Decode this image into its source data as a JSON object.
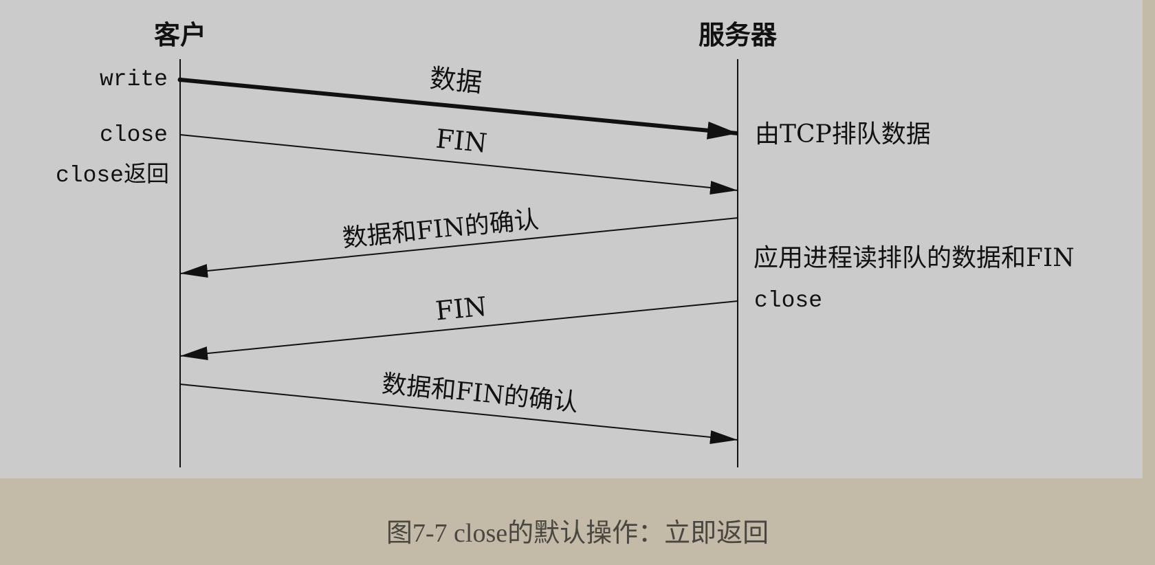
{
  "diagram": {
    "endpoints": {
      "client": "客户",
      "server": "服务器"
    },
    "client_events": {
      "write": "write",
      "close": "close",
      "close_return": "close返回"
    },
    "server_events": {
      "queued": "由TCP排队数据",
      "app_reads": "应用进程读排队的数据和FIN",
      "close": "close"
    },
    "messages": [
      {
        "label": "数据",
        "direction": "client-to-server"
      },
      {
        "label": "FIN",
        "direction": "client-to-server"
      },
      {
        "label": "数据和FIN的确认",
        "direction": "server-to-client"
      },
      {
        "label": "FIN",
        "direction": "server-to-client"
      },
      {
        "label": "数据和FIN的确认",
        "direction": "client-to-server"
      }
    ]
  },
  "caption": "图7-7 close的默认操作：立即返回"
}
